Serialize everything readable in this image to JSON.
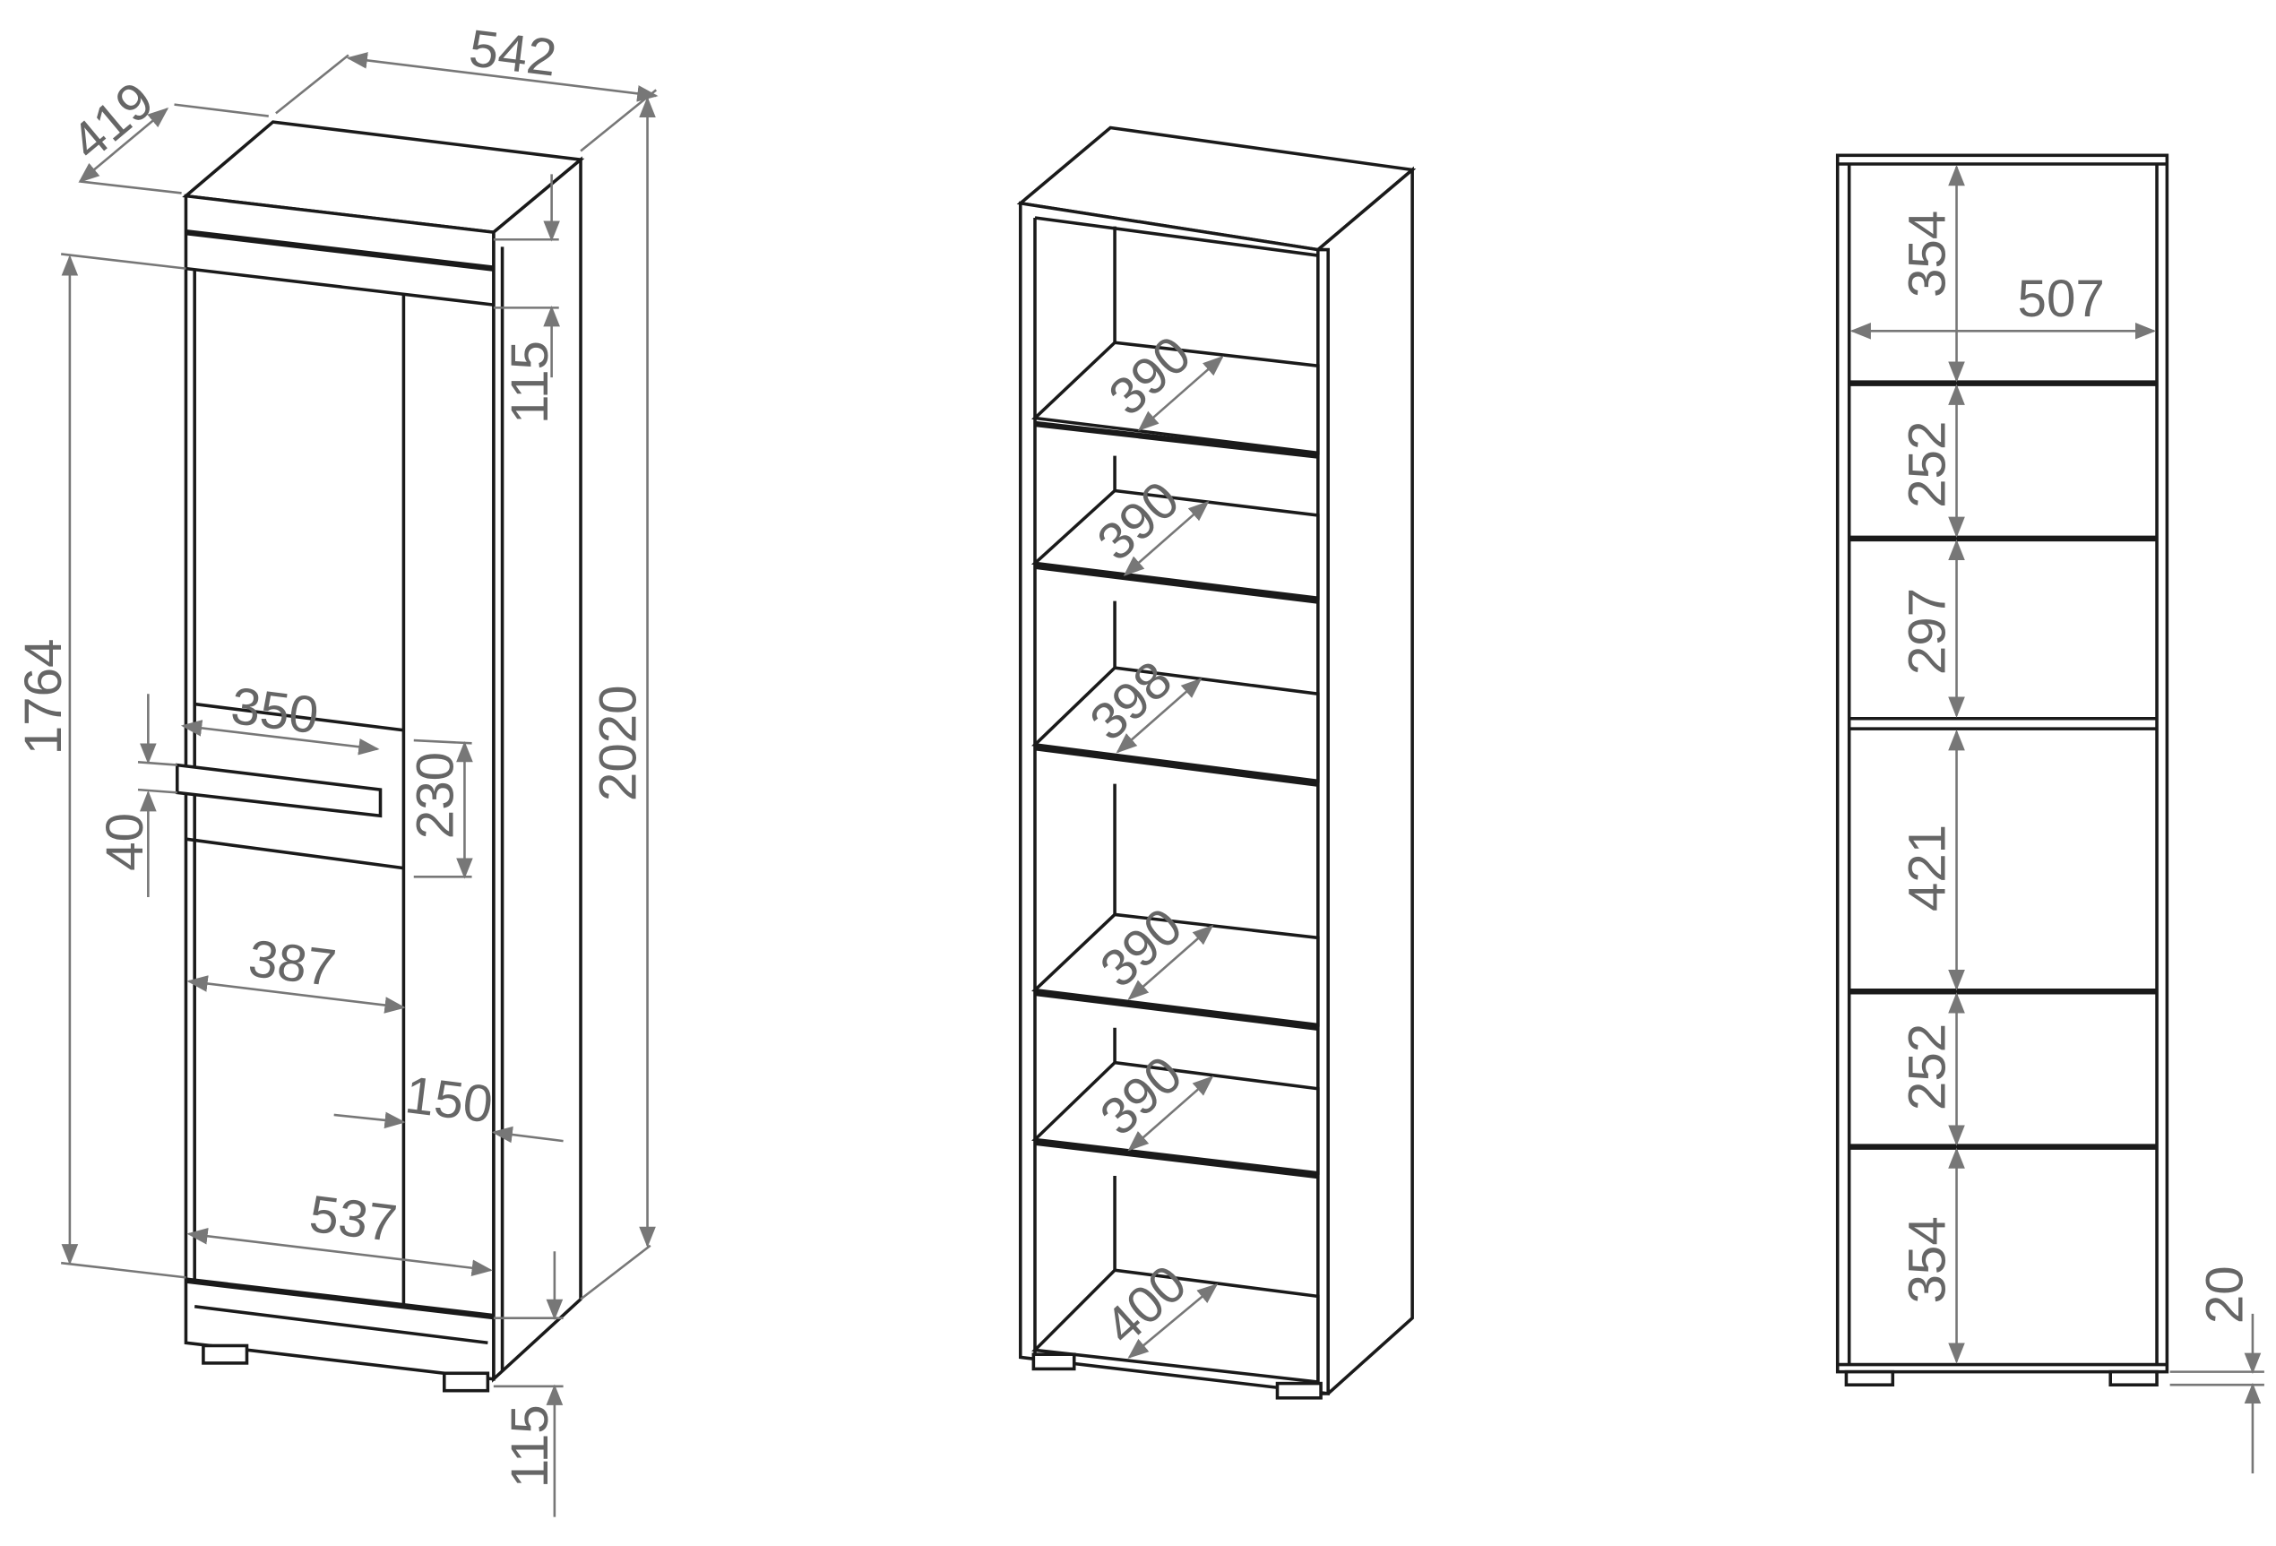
{
  "closed_view": {
    "width": "542",
    "depth": "419",
    "inner_height": "1764",
    "total_height": "2020",
    "top_band": "115",
    "handle_length": "350",
    "handle_height": "40",
    "handle_offset": "230",
    "door_width": "387",
    "side_panel_width": "150",
    "front_width": "537",
    "plinth_height": "115"
  },
  "open_view": {
    "shelf_depths": [
      "390",
      "390",
      "398",
      "390",
      "390",
      "400"
    ]
  },
  "front_view": {
    "inner_width": "507",
    "compartment_heights": [
      "354",
      "252",
      "297",
      "421",
      "252",
      "354"
    ],
    "foot_height": "20"
  },
  "colors": {
    "line": "#1a1a1a",
    "dimension": "#777777"
  }
}
